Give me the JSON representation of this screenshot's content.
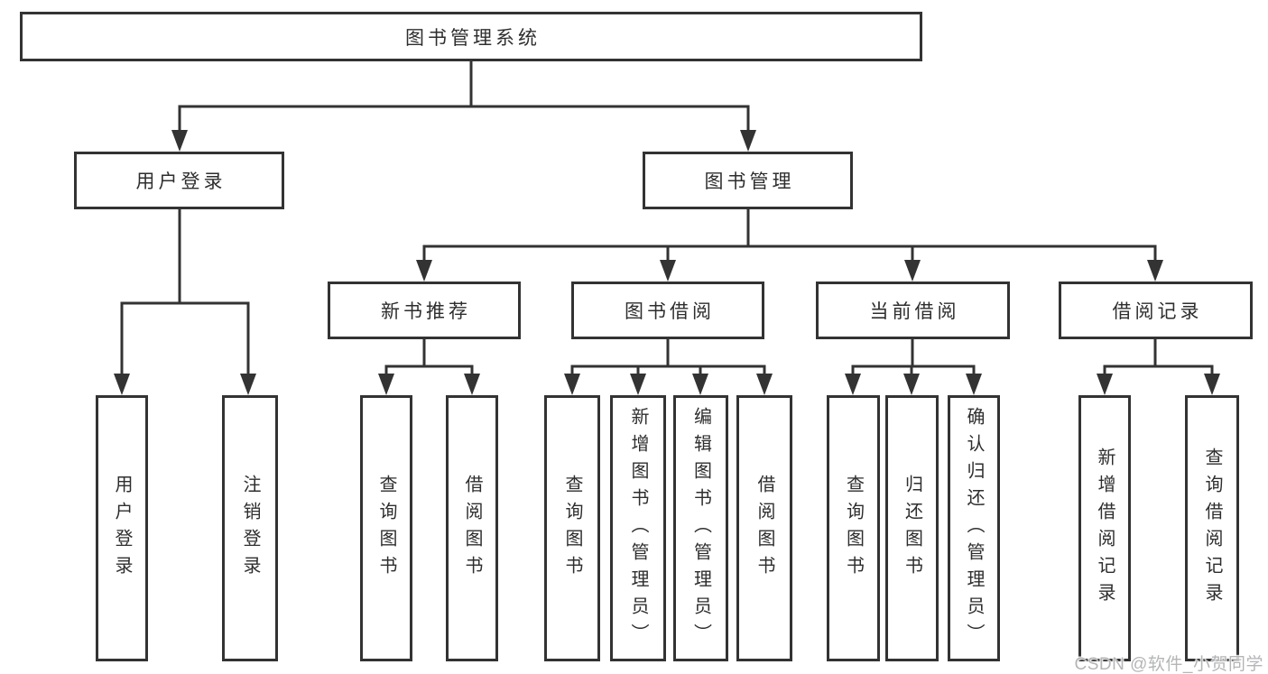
{
  "watermark": {
    "text": "CSDN @软件_小贺同学"
  },
  "colors": {
    "line": "#333333",
    "node_border": "#333333",
    "text": "#2e2e2e",
    "watermark": "#b4b5b7",
    "background": "#ffffff"
  },
  "tree": {
    "root": {
      "label": "图书管理系统"
    },
    "branches": [
      {
        "label": "用户登录",
        "leaves": [
          {
            "label": "用户登录"
          },
          {
            "label": "注销登录"
          }
        ]
      },
      {
        "label": "图书管理",
        "children": [
          {
            "label": "新书推荐",
            "leaves": [
              {
                "label": "查询图书"
              },
              {
                "label": "借阅图书"
              }
            ]
          },
          {
            "label": "图书借阅",
            "leaves": [
              {
                "label": "查询图书"
              },
              {
                "label": "新增图书（管理员）"
              },
              {
                "label": "编辑图书（管理员）"
              },
              {
                "label": "借阅图书"
              }
            ]
          },
          {
            "label": "当前借阅",
            "leaves": [
              {
                "label": "查询图书"
              },
              {
                "label": "归还图书"
              },
              {
                "label": "确认归还（管理员）"
              }
            ]
          },
          {
            "label": "借阅记录",
            "leaves": [
              {
                "label": "新增借阅记录"
              },
              {
                "label": "查询借阅记录"
              }
            ]
          }
        ]
      }
    ]
  }
}
